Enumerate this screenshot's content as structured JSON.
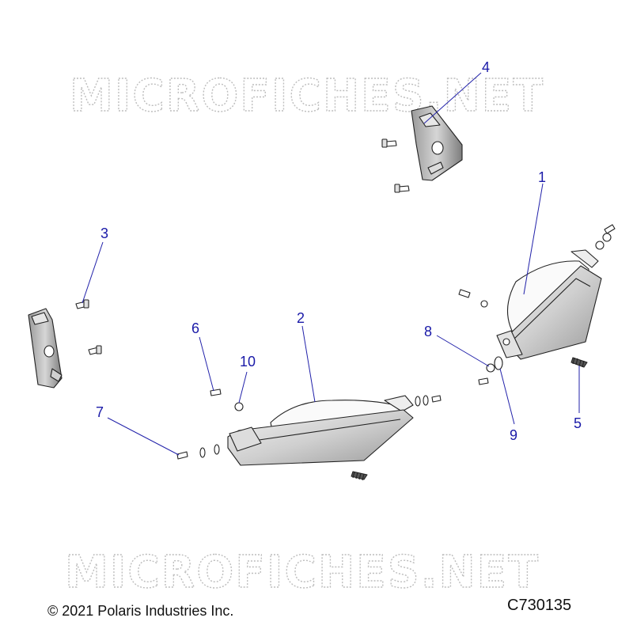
{
  "watermarks": [
    "MICROFICHES.NET",
    "MICROFICHES.NET"
  ],
  "callouts": {
    "c1": "1",
    "c2": "2",
    "c3": "3",
    "c4": "4",
    "c5": "5",
    "c6": "6",
    "c7": "7",
    "c8": "8",
    "c9": "9",
    "c10": "10"
  },
  "footer": {
    "copyright": "© 2021 Polaris Industries Inc.",
    "drawing_number": "C730135"
  },
  "colors": {
    "callout": "#1a1aa8",
    "watermark": "#bdbdbd"
  }
}
